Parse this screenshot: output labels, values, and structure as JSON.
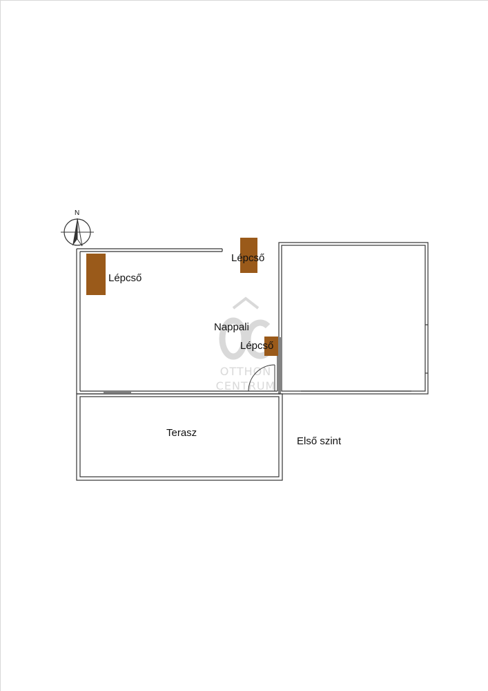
{
  "plan": {
    "rooms": {
      "nappali": "Nappali",
      "terasz": "Terasz"
    },
    "stairs": {
      "stair1": "Lépcső",
      "stair2": "Lépcső",
      "stair3": "Lépcső"
    },
    "floor_label": "Első szint",
    "compass_letter": "N"
  },
  "watermark": {
    "line1": "OTTHON",
    "line2": "CENTRUM"
  },
  "colors": {
    "stair": "#9a5a1a",
    "wall": "#333333",
    "watermark": "#d9d9d9"
  }
}
